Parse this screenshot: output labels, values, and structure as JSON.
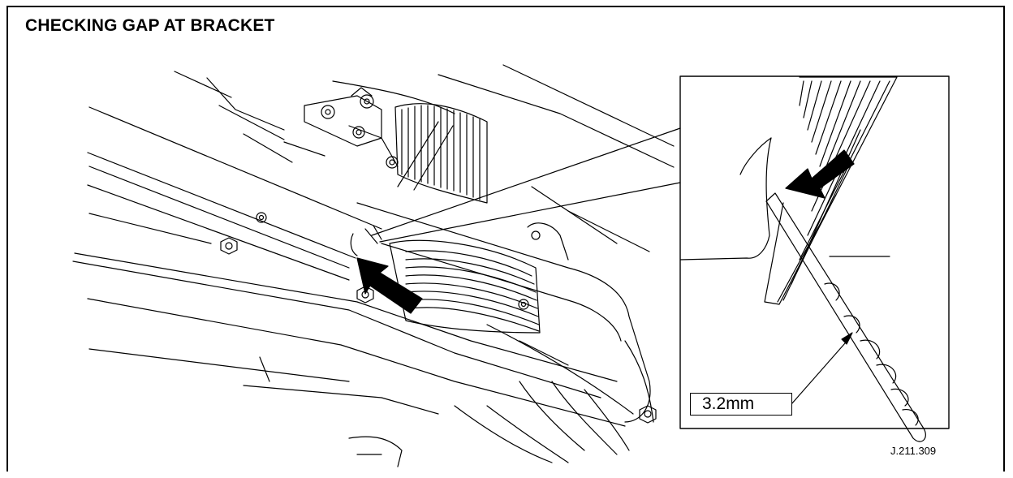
{
  "title": "CHECKING GAP AT BRACKET",
  "callout_label": "3.2mm",
  "figure_ref": "J.211.309",
  "icons": [
    "pointer-arrow",
    "bolt",
    "feeler-gauge-drill"
  ],
  "colors": {
    "line": "#000000",
    "background": "#ffffff"
  }
}
